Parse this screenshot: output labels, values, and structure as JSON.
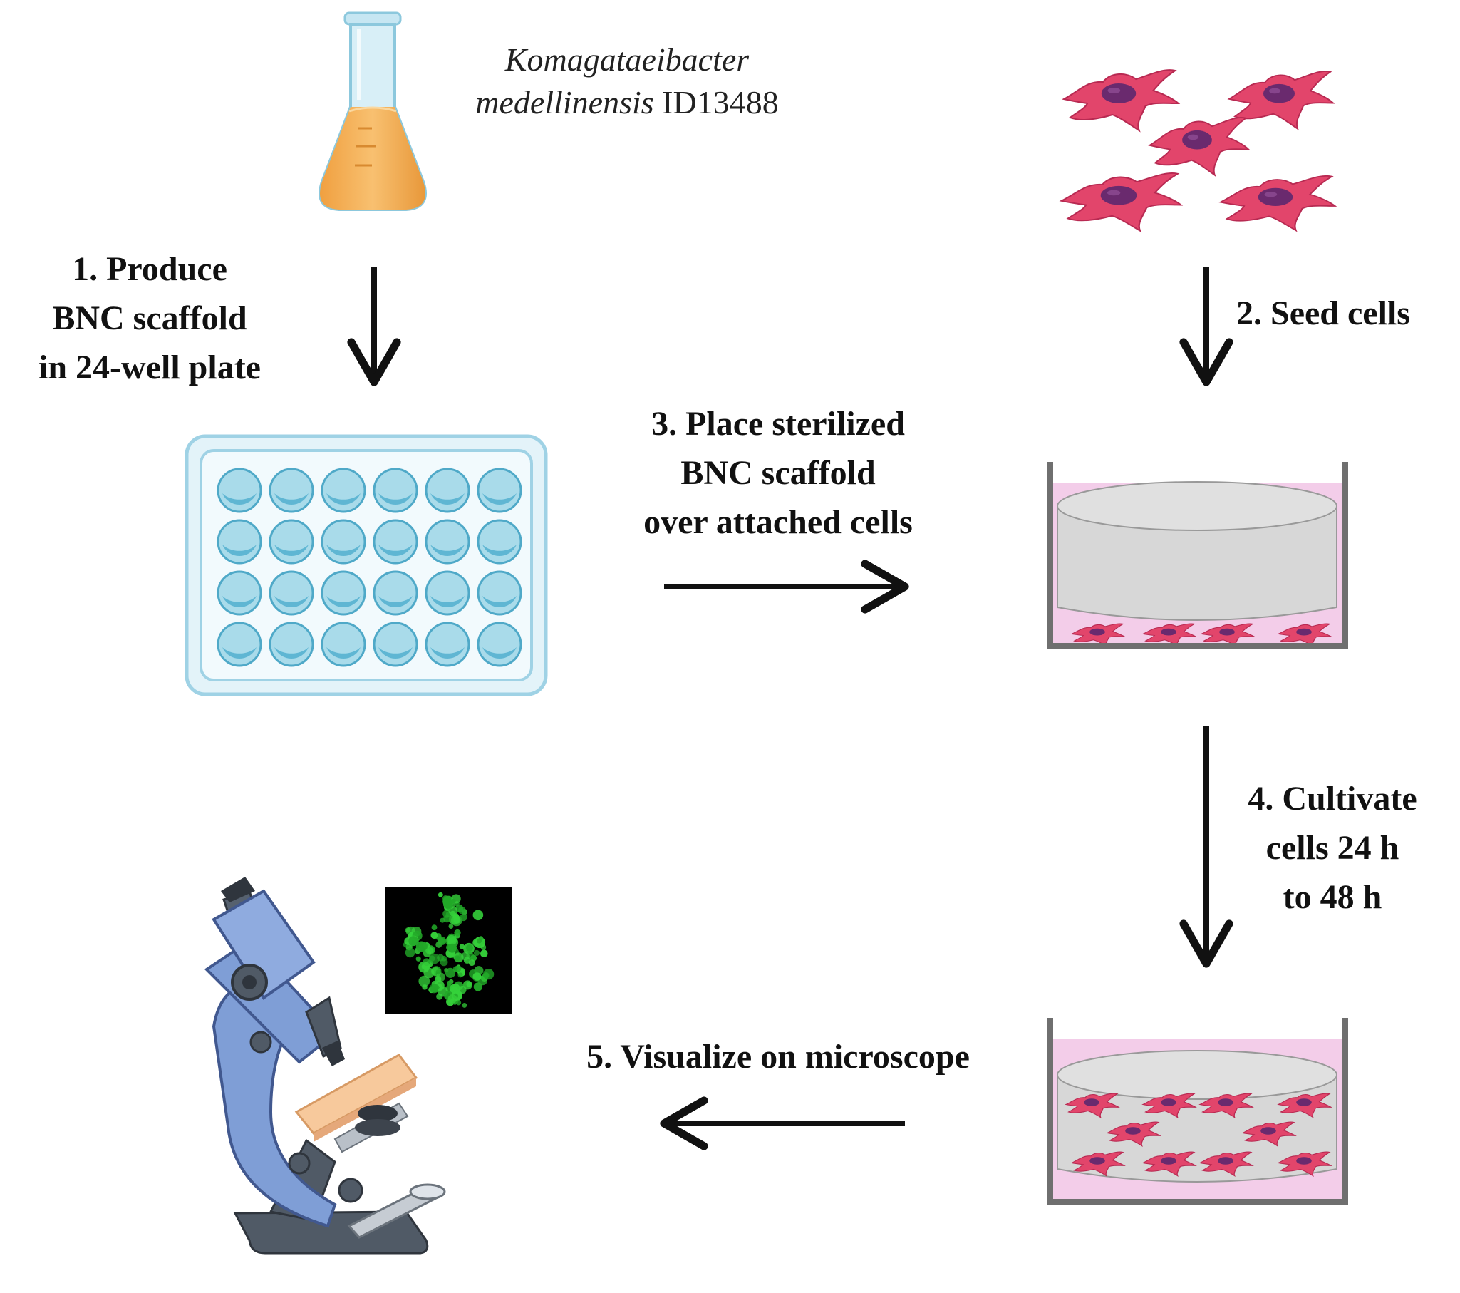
{
  "organism": {
    "genus": "Komagataeibacter",
    "species": "medellinensis",
    "strain": "ID13488"
  },
  "steps": [
    {
      "lines": [
        "1. Produce",
        "BNC scaffold",
        "in 24-well plate"
      ]
    },
    {
      "lines": [
        "2. Seed cells"
      ]
    },
    {
      "lines": [
        "3. Place sterilized",
        "BNC scaffold",
        "over attached cells"
      ]
    },
    {
      "lines": [
        "4. Cultivate",
        "cells 24 h",
        "to 48 h"
      ]
    },
    {
      "lines": [
        "5. Visualize on microscope"
      ]
    }
  ],
  "colors": {
    "broth": "#f5ad4c",
    "flask_glass": "#d5eef7",
    "plate": "#cfeaf4",
    "well": "#a9dbea",
    "cell": "#e2456b",
    "nucleus": "#6a2a6e",
    "medium": "#f3cde9",
    "scaffold": "#d7d7d7",
    "microscope": "#7f9ed6",
    "fluorescence": "#35d13a",
    "arrow": "#111111"
  },
  "icons": [
    "erlenmeyer-flask-icon",
    "cells-icon",
    "well-plate-icon",
    "culture-well-icon",
    "microscope-icon",
    "fluorescence-image-icon"
  ]
}
